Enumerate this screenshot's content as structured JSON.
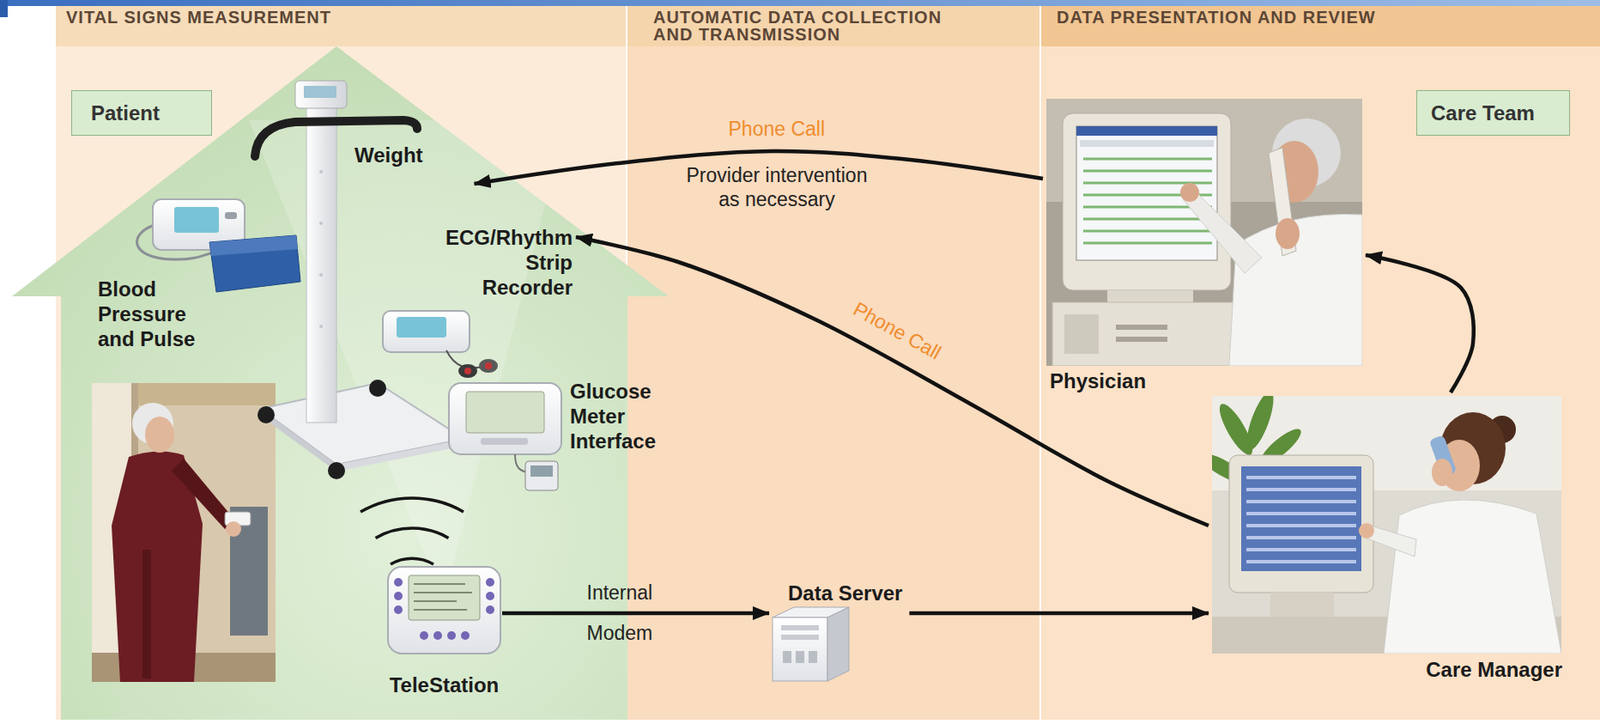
{
  "diagram": {
    "nodes": [
      {
        "text": [
          "VITAL SIGNS MEASUREMENT"
        ]
      },
      {
        "text": [
          "Patient"
        ],
        "in": 0
      },
      {
        "text": [
          "Weight"
        ],
        "in": 1
      },
      {
        "text": [
          "Blood Pressure and Pulse"
        ],
        "in": 1
      },
      {
        "text": [
          "ECG/Rhythm Strip Recorder"
        ],
        "in": 1
      },
      {
        "text": [
          "Glucose Meter Interface"
        ],
        "in": 1
      },
      {
        "text": [
          "TeleStation"
        ],
        "in": 1
      },
      {
        "text": [
          "AUTOMATIC DATA COLLECTION AND TRANSMISSION"
        ]
      },
      {
        "text": [
          "Data Server"
        ],
        "in": 7
      },
      {
        "text": [
          "DATA PRESENTATION AND REVIEW",
          "Care Team"
        ]
      },
      {
        "text": [
          "Physician"
        ],
        "in": 9
      },
      {
        "text": [
          "Care Manager"
        ],
        "in": 9
      }
    ],
    "edges": [
      {
        "from": 6,
        "to": 8,
        "label": "Internal Modem",
        "arrow": "to"
      },
      {
        "from": 8,
        "to": 11,
        "arrow": "to"
      },
      {
        "from": 11,
        "to": 10,
        "arrow": "to"
      },
      {
        "from": 10,
        "to": 2,
        "label": "Phone Call",
        "arrow": "to"
      },
      {
        "from": 11,
        "to": 4,
        "label": "Phone Call",
        "arrow": "to"
      }
    ],
    "labels": [
      "Provider intervention as necessary"
    ]
  }
}
